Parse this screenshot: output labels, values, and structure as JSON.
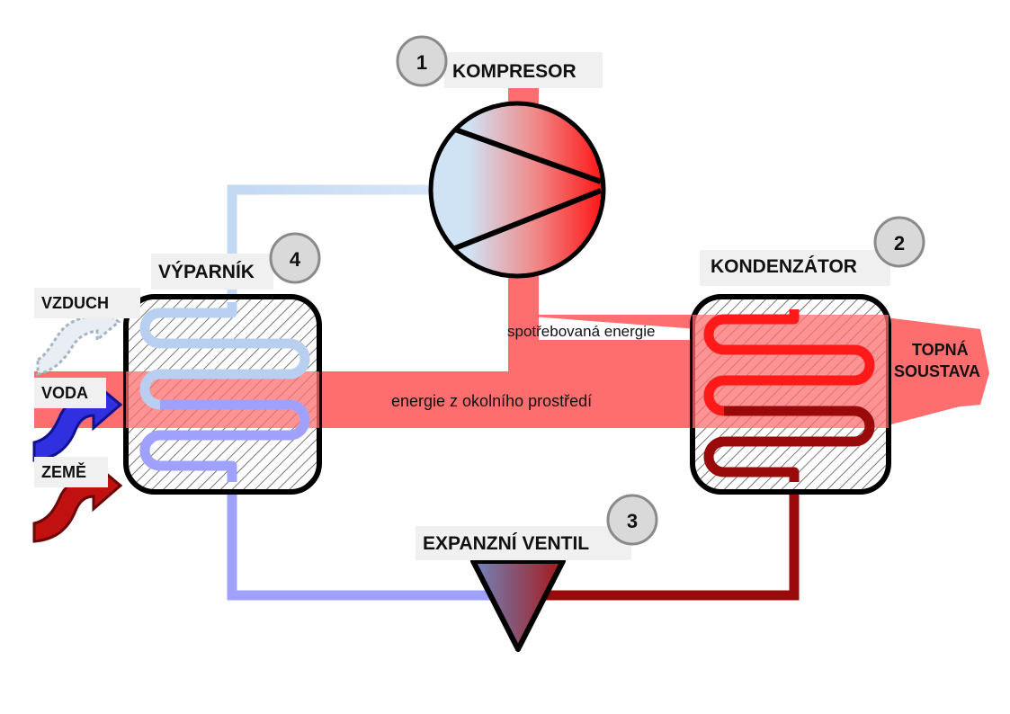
{
  "components": {
    "compressor": {
      "number": "1",
      "label": "KOMPRESOR"
    },
    "condenser": {
      "number": "2",
      "label": "KONDENZÁTOR"
    },
    "expansion_valve": {
      "number": "3",
      "label": "EXPANZNÍ VENTIL"
    },
    "evaporator": {
      "number": "4",
      "label": "VÝPARNÍK"
    }
  },
  "sources": {
    "air": "VZDUCH",
    "water": "VODA",
    "ground": "ZEMĚ"
  },
  "flows": {
    "ambient_energy": "energie z okolního prostředí",
    "consumed_energy": "spotřebovaná energie",
    "heating_system_line1": "TOPNÁ",
    "heating_system_line2": "SOUSTAVA"
  },
  "colors": {
    "energy_band": "#ff6e6e",
    "hot": "#ff1a1a",
    "dark_red": "#9b0a0a",
    "cold_light": "#c8dcf4",
    "cold_violet": "#a0a0ff",
    "badge_fill": "#d9d9d9",
    "label_bg": "#f0f0f0"
  }
}
